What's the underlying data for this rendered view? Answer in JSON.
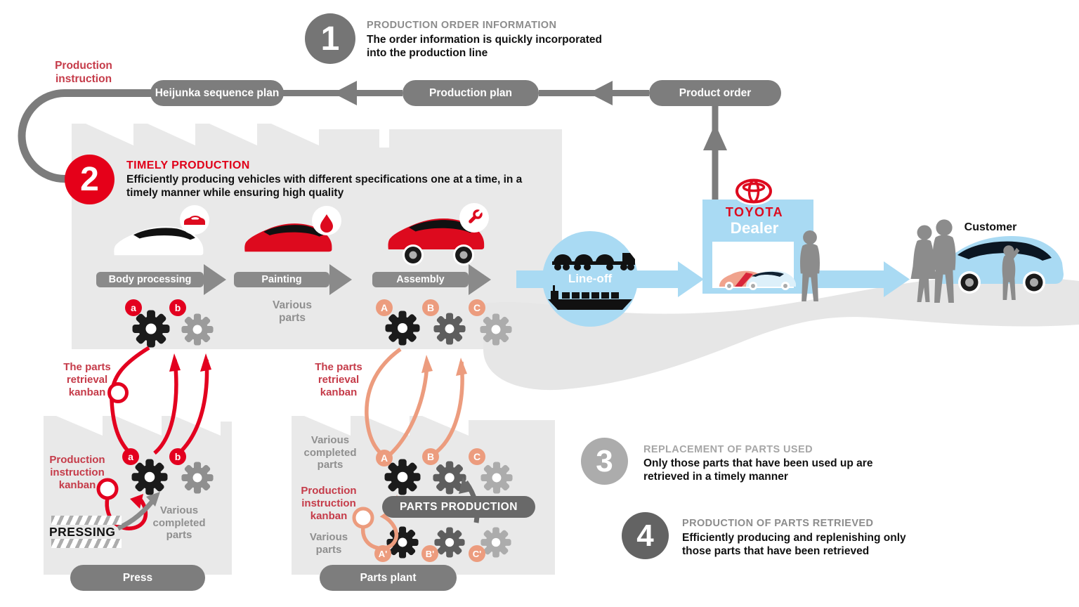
{
  "steps": [
    {
      "number": "1",
      "title": "PRODUCTION ORDER INFORMATION",
      "description": "The order information is quickly incorporated into the production line"
    },
    {
      "number": "2",
      "title": "TIMELY PRODUCTION",
      "description": "Efficiently producing vehicles with different specifications one at a time, in a timely manner while ensuring high quality"
    },
    {
      "number": "3",
      "title": "REPLACEMENT OF PARTS USED",
      "description": "Only those parts that have been used up are retrieved in a timely manner"
    },
    {
      "number": "4",
      "title": "PRODUCTION OF PARTS RETRIEVED",
      "description": "Efficiently producing and replenishing only those parts that have been retrieved"
    }
  ],
  "flow": {
    "production_instruction_label": "Production instruction",
    "pills": [
      {
        "label": "Heijunka sequence plan"
      },
      {
        "label": "Production plan"
      },
      {
        "label": "Product order"
      }
    ]
  },
  "factory": {
    "stages": [
      {
        "label": "Body processing"
      },
      {
        "label": "Painting"
      },
      {
        "label": "Assembly"
      }
    ],
    "various_parts_label": "Various parts",
    "body_part_badges": [
      "a",
      "b"
    ],
    "assembly_part_badges": [
      "A",
      "B",
      "C"
    ]
  },
  "logistics": {
    "line_off_label": "Line-off"
  },
  "dealer": {
    "brand": "TOYOTA",
    "sign": "Dealer"
  },
  "customer": {
    "label": "Customer"
  },
  "press_shop": {
    "retrieval_kanban_label": "The parts retrieval kanban",
    "production_kanban_label": "Production instruction kanban",
    "pressing_label": "PRESSING",
    "completed_parts_label": "Various completed parts",
    "part_badges": [
      "a",
      "b"
    ],
    "pill": "Press"
  },
  "parts_plant": {
    "retrieval_kanban_label": "The parts retrieval kanban",
    "production_kanban_label": "Production instruction kanban",
    "completed_parts_label": "Various completed parts",
    "various_parts_label": "Various parts",
    "parts_production_label": "PARTS PRODUCTION",
    "part_badges": [
      "A",
      "B",
      "C"
    ],
    "raw_part_badges": [
      "A'",
      "B'",
      "C'"
    ],
    "pill": "Parts plant"
  },
  "icons": [
    "factory-icon",
    "car-body-icon",
    "paint-drop-icon",
    "wrench-icon",
    "gear-icon",
    "car-transporter-icon",
    "cargo-ship-icon",
    "toyota-emblem-icon",
    "person-icon",
    "kanban-card-icon"
  ],
  "colors": {
    "toyota_red": "#E50019",
    "kanban_text_red": "#C53B49",
    "salmon": "#EC9C7E",
    "light_blue": "#A9DAF3",
    "pill_gray": "#7D7D7D",
    "factory_gray": "#E9E9E9",
    "dark_gray_pill": "#696969",
    "text_gray": "#8F8F8F"
  }
}
